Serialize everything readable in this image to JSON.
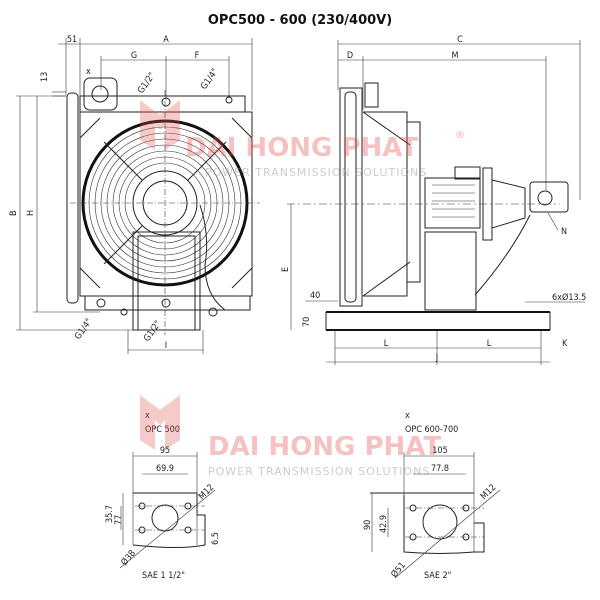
{
  "title": "OPC500 - 600 (230/400V)",
  "front_view": {
    "dims": {
      "a": "A",
      "g": "G",
      "f": "F",
      "b": "B",
      "h": "H",
      "i": "I",
      "d51": "51",
      "d13": "13"
    },
    "ports": {
      "top_left": "G1/2\"",
      "top_right": "G1/4\"",
      "bottom_left": "G1/4\"",
      "bottom_mid": "G1/2\""
    },
    "x_marker": "x"
  },
  "side_view": {
    "dims": {
      "c": "C",
      "d": "D",
      "m": "M",
      "e": "E",
      "d40": "40",
      "d70": "70",
      "holes": "6xØ13.5",
      "l1": "L",
      "l2": "L",
      "j": "J",
      "k": "K",
      "n": "N"
    }
  },
  "flange_opc500": {
    "x_marker": "x",
    "model": "OPC 500",
    "w_outer": "95",
    "w_inner": "69.9",
    "h_outer": "77",
    "h_inner": "35.7",
    "offset": "6.5",
    "thread": "M12",
    "bore": "Ø38",
    "standard": "SAE 1 1/2\""
  },
  "flange_opc600": {
    "x_marker": "x",
    "model": "OPC 600-700",
    "w_outer": "105",
    "w_inner": "77.8",
    "h_outer": "90",
    "h_inner": "42.9",
    "thread": "M12",
    "bore": "Ø51",
    "standard": "SAE 2\""
  },
  "watermark": {
    "brand": "DAI HONG PHAT",
    "tagline": "POWER TRANSMISSION SOLUTIONS",
    "reg": "®"
  }
}
